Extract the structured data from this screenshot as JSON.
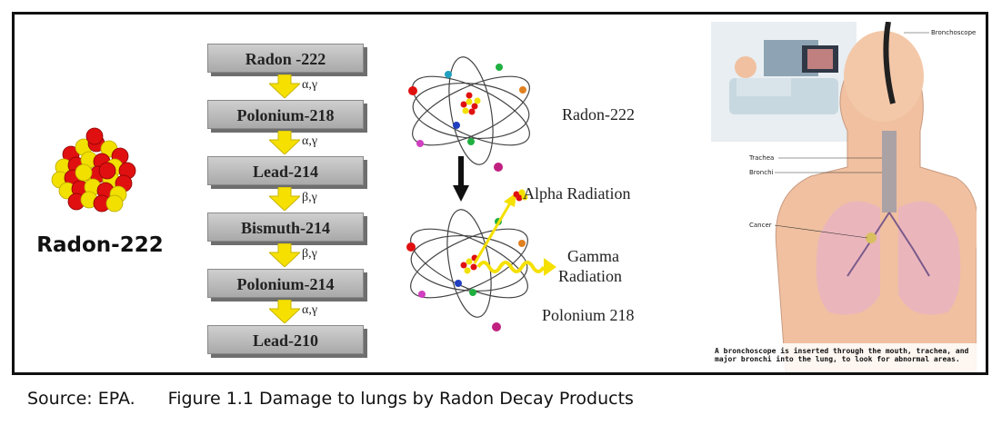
{
  "cluster": {
    "label": "Radon-222"
  },
  "chain": {
    "items": [
      {
        "label": "Radon -222",
        "emission": "α,γ"
      },
      {
        "label": "Polonium-218",
        "emission": "α,γ"
      },
      {
        "label": "Lead-214",
        "emission": "β,γ"
      },
      {
        "label": "Bismuth-214",
        "emission": "β,γ"
      },
      {
        "label": "Polonium-214",
        "emission": "α,γ"
      },
      {
        "label": "Lead-210",
        "emission": ""
      }
    ]
  },
  "atoms": {
    "top_label": "Radon-222",
    "alpha_label": "Alpha Radiation",
    "gamma_label_line1": "Gamma",
    "gamma_label_line2": "Radiation",
    "bottom_label": "Polonium 218"
  },
  "medical": {
    "bronchoscope_label": "Bronchoscope",
    "trachea_label": "Trachea",
    "bronchi_label": "Bronchi",
    "cancer_label": "Cancer",
    "caption": "A bronchoscope is inserted through the mouth, trachea, and major bronchi into the lung, to look for abnormal areas."
  },
  "caption": {
    "source": "Source: EPA.",
    "figure": "Figure 1.1 Damage to lungs by Radon Decay Products"
  },
  "colors": {
    "nucleus_red": "#e01010",
    "nucleus_yellow": "#f2e000",
    "arrow_yellow": "#f5e000",
    "chain_box": "#bdbdbd",
    "skin": "#f0c0a0"
  }
}
